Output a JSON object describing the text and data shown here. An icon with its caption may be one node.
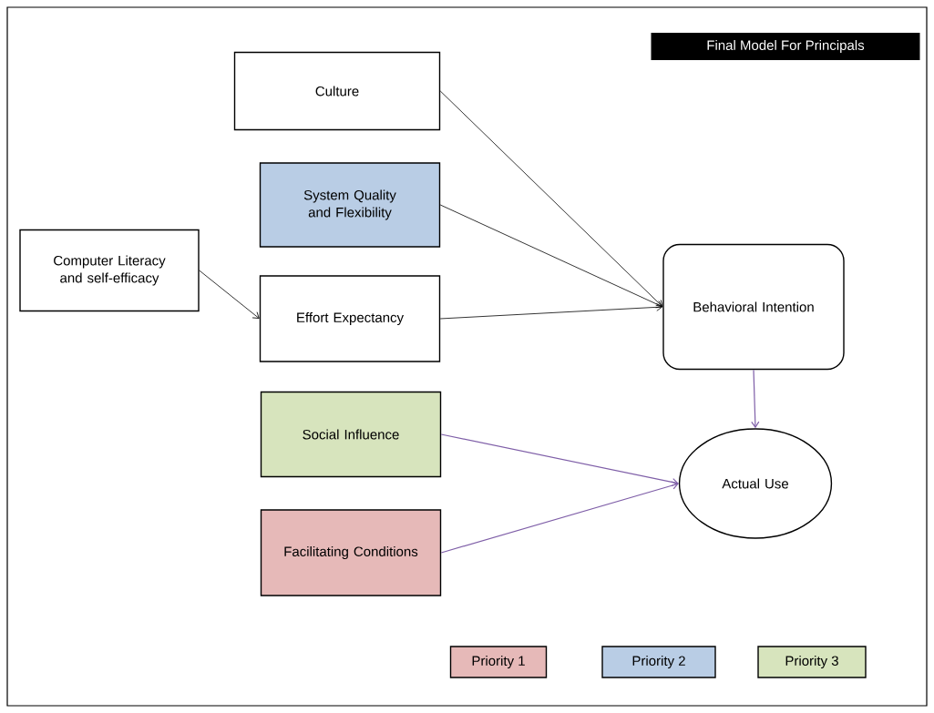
{
  "diagram": {
    "title": "Final Model For Principals",
    "nodes": [
      {
        "text": [
          "Computer Literacy and self-efficacy"
        ]
      },
      {
        "text": [
          "Culture"
        ]
      },
      {
        "text": [
          "System Quality and Flexibility"
        ]
      },
      {
        "text": [
          "Effort Expectancy"
        ]
      },
      {
        "text": [
          "Social Influence"
        ]
      },
      {
        "text": [
          "Facilitating Conditions"
        ]
      },
      {
        "text": [
          "Behavioral Intention"
        ]
      },
      {
        "text": [
          "Actual Use"
        ]
      }
    ],
    "edges": [
      {
        "from": 0,
        "to": 3,
        "arrow": "to"
      },
      {
        "from": 1,
        "to": 6,
        "arrow": "to"
      },
      {
        "from": 2,
        "to": 6,
        "arrow": "to"
      },
      {
        "from": 3,
        "to": 6,
        "arrow": "to"
      },
      {
        "from": 6,
        "to": 7,
        "arrow": "to",
        "color": "#7f5fa8"
      },
      {
        "from": 4,
        "to": 7,
        "arrow": "to",
        "color": "#7f5fa8"
      },
      {
        "from": 5,
        "to": 7,
        "arrow": "to",
        "color": "#7f5fa8"
      }
    ],
    "legend": [
      {
        "text": "Priority 1",
        "color": "#e6b9b8"
      },
      {
        "text": "Priority 2",
        "color": "#b9cde5"
      },
      {
        "text": "Priority 3",
        "color": "#d7e4bd"
      }
    ]
  }
}
